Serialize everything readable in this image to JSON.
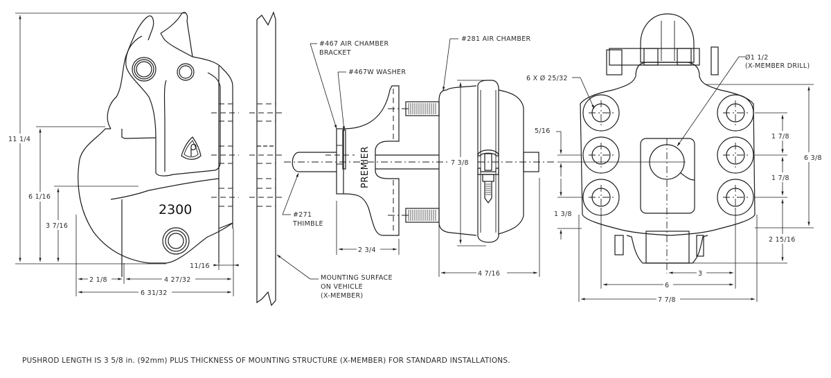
{
  "drawing": {
    "side_view": {
      "model_number": "2300",
      "dimensions": {
        "overall_height": "11 1/4",
        "height_to_hook": "6 1/16",
        "height_to_pin": "3 7/16",
        "offset_left": "2 1/8",
        "offset_right": "4 27/32",
        "overall_width": "6 31/32",
        "plate_thickness": "11/16"
      }
    },
    "mounting": {
      "callout": [
        "MOUNTING SURFACE",
        "ON VEHICLE",
        "(X-MEMBER)"
      ]
    },
    "air_chamber_view": {
      "brand_text": "PREMIER",
      "callouts": {
        "bracket": [
          "#467 AIR CHAMBER",
          "BRACKET"
        ],
        "washer": "#467W WASHER",
        "air_chamber": "#281 AIR CHAMBER",
        "thimble": [
          "#271",
          "THIMBLE"
        ]
      },
      "dimensions": {
        "chamber_diameter": "7 3/8",
        "bracket_depth": "2 3/4",
        "chamber_depth": "4 7/16"
      }
    },
    "front_view": {
      "callouts": {
        "bolt_holes": "6 X Ø 25/32",
        "drill": [
          "Ø1 1/2",
          "(X-MEMBER DRILL)"
        ]
      },
      "dimensions": {
        "offset_5_16": "5/16",
        "offset_1_3_8": "1 3/8",
        "hole_spacing_upper": "1 7/8",
        "hole_spacing_lower": "1 7/8",
        "overall_height": "6 3/8",
        "bottom_height": "2 15/16",
        "half_spacing": "3",
        "hole_spacing_horizontal": "6",
        "overall_width": "7 7/8"
      }
    },
    "footer_note": "PUSHROD LENGTH IS 3 5/8 in. (92mm) PLUS THICKNESS OF MOUNTING STRUCTURE (X-MEMBER) FOR STANDARD INSTALLATIONS."
  }
}
